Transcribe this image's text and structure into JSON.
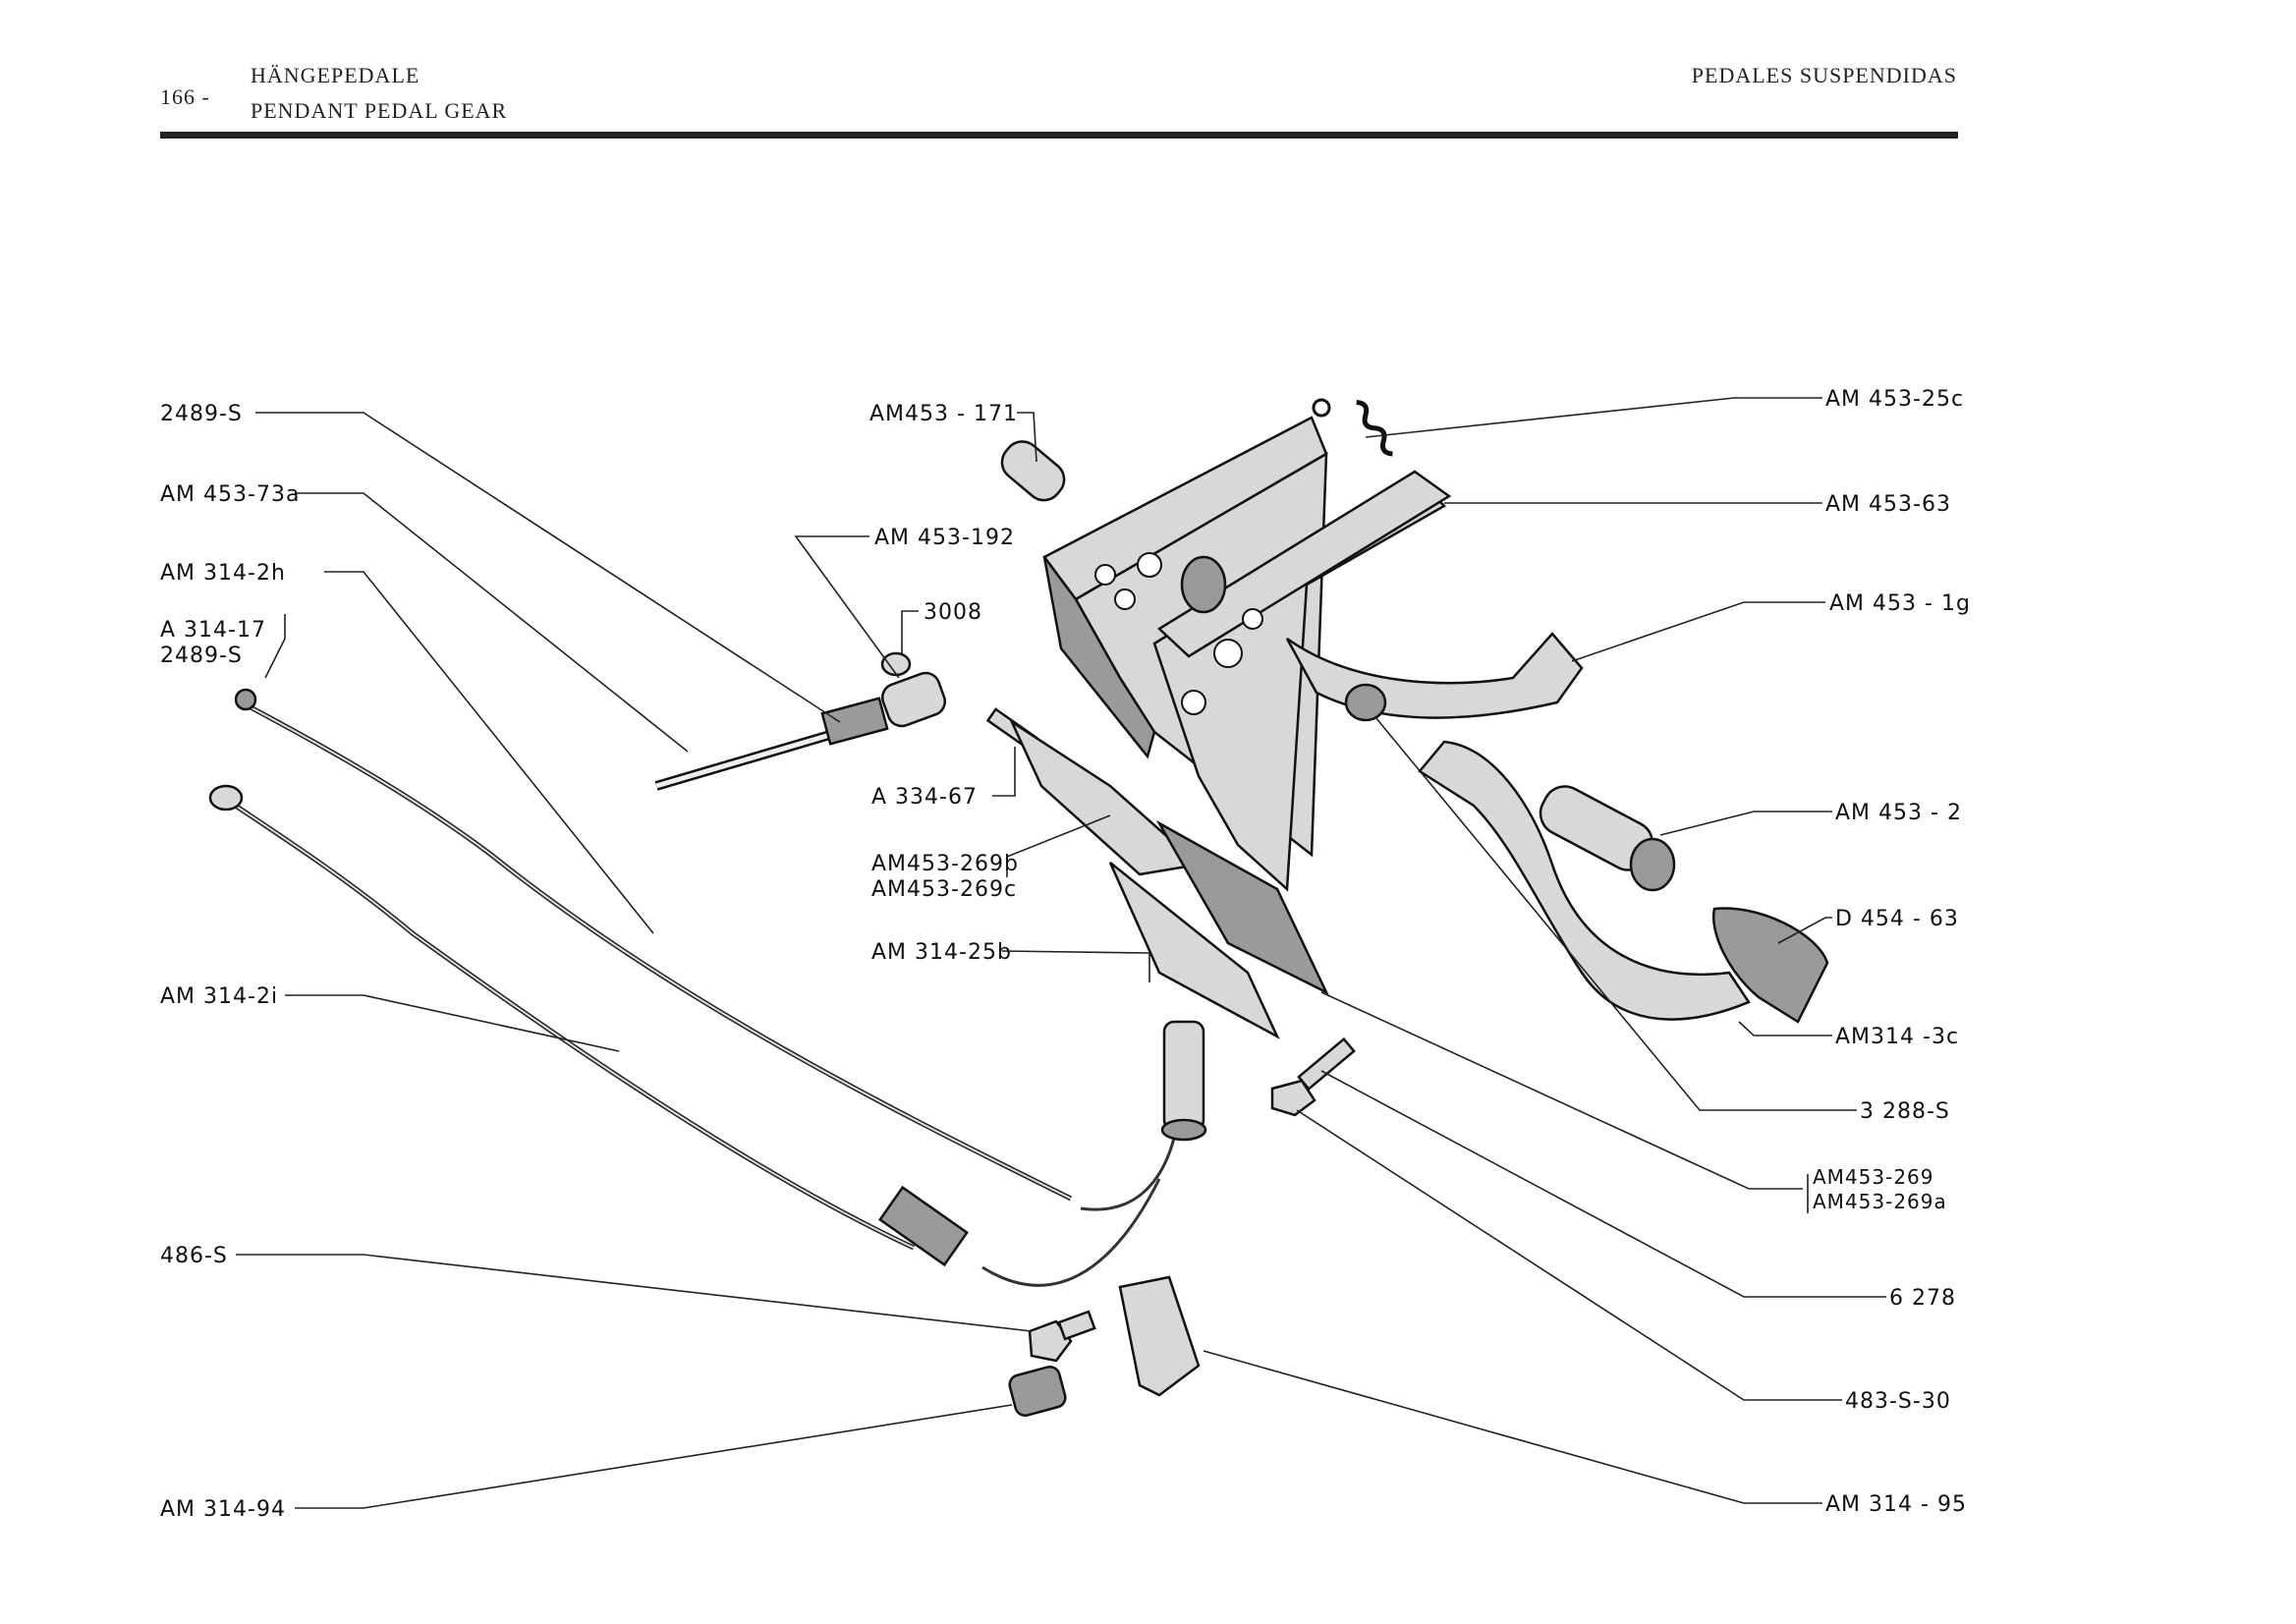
{
  "header": {
    "page_number": "166 -",
    "title_de": "HÄNGEPEDALE",
    "title_en": "PENDANT PEDAL GEAR",
    "title_es": "PEDALES SUSPENDIDAS"
  },
  "labels": {
    "l_2489s": "2489-S",
    "l_am45373a": "AM 453-73a",
    "l_am3142h": "AM 314-2h",
    "l_a31417": "A  314-17",
    "l_2489s_b": "2489-S",
    "l_am3142i": "AM 314-2i",
    "l_486s": "486-S",
    "l_am31494": "AM 314-94",
    "l_am453171": "AM453 - 171",
    "l_am453192": "AM 453-192",
    "l_3008": "3008",
    "l_a33467": "A  334-67",
    "l_am453269b": "AM453-269b",
    "l_am453269c": "AM453-269c",
    "l_am31425b": "AM 314-25b",
    "l_am45325c": "AM 453-25c",
    "l_am45363": "AM 453-63",
    "l_am4531g": "AM 453 - 1g",
    "l_am4532": "AM 453 - 2",
    "l_d45463": "D 454 - 63",
    "l_am3143c": "AM314 -3c",
    "l_3288s": "3 288-S",
    "l_am453269": "AM453-269",
    "l_am453269a": "AM453-269a",
    "l_6278": "6 278",
    "l_483s30": "483-S-30",
    "l_am31495": "AM 314 - 95"
  }
}
